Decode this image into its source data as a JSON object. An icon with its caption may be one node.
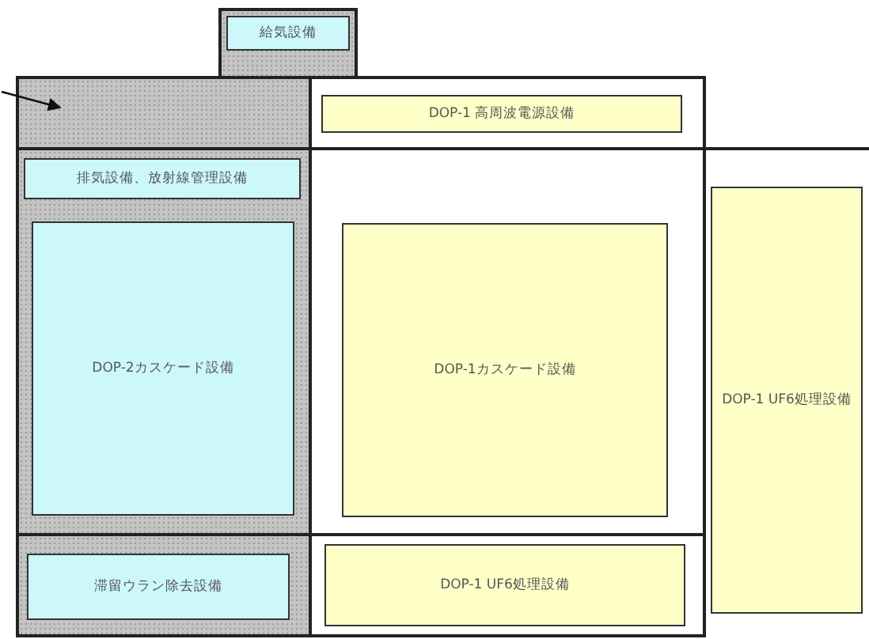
{
  "diagram": {
    "nodes": [
      {
        "text": [],
        "shape": "box"
      },
      {
        "text": [
          "給気設備"
        ],
        "in": 0
      },
      {
        "text": [],
        "shape": "box"
      },
      {
        "text": [],
        "shape": "box"
      },
      {
        "text": [
          "DOP-1 高周波電源設備"
        ],
        "in": 3
      },
      {
        "text": [],
        "shape": "box"
      },
      {
        "text": [
          "排気設備、放射線管理設備"
        ],
        "in": 5
      },
      {
        "text": [
          "DOP-2カスケード設備"
        ],
        "in": 5
      },
      {
        "text": [],
        "shape": "box"
      },
      {
        "text": [
          "DOP-1カスケード設備"
        ],
        "in": 8
      },
      {
        "text": [
          "DOP-1 UF6処理設備"
        ]
      },
      {
        "text": [],
        "shape": "box"
      },
      {
        "text": [
          "滞留ウラン除去設備"
        ],
        "in": 11
      },
      {
        "text": [],
        "shape": "box"
      },
      {
        "text": [
          "DOP-1 UF6処理設備"
        ],
        "in": 13
      }
    ],
    "edges": [
      {
        "from": null,
        "to": 2,
        "arrow": "to"
      }
    ]
  }
}
